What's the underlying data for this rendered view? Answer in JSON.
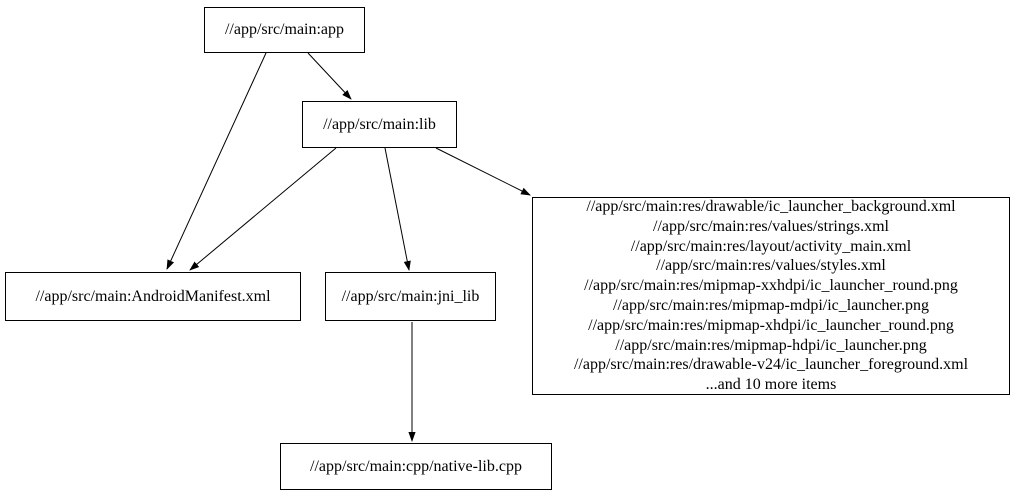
{
  "diagram": {
    "type": "dependency-graph",
    "colors": {
      "background": "#ffffff",
      "node_border": "#000000",
      "node_fill": "#ffffff",
      "edge": "#000000",
      "text": "#000000"
    },
    "nodes": {
      "app": {
        "label": "//app/src/main:app"
      },
      "lib": {
        "label": "//app/src/main:lib"
      },
      "android_manifest": {
        "label": "//app/src/main:AndroidManifest.xml"
      },
      "jni_lib": {
        "label": "//app/src/main:jni_lib"
      },
      "native_lib_cpp": {
        "label": "//app/src/main:cpp/native-lib.cpp"
      },
      "resources": {
        "lines": [
          "//app/src/main:res/drawable/ic_launcher_background.xml",
          "//app/src/main:res/values/strings.xml",
          "//app/src/main:res/layout/activity_main.xml",
          "//app/src/main:res/values/styles.xml",
          "//app/src/main:res/mipmap-xxhdpi/ic_launcher_round.png",
          "//app/src/main:res/mipmap-mdpi/ic_launcher.png",
          "//app/src/main:res/mipmap-xhdpi/ic_launcher_round.png",
          "//app/src/main:res/mipmap-hdpi/ic_launcher.png",
          "//app/src/main:res/drawable-v24/ic_launcher_foreground.xml",
          "...and 10 more items"
        ]
      }
    },
    "edges": [
      {
        "from": "app",
        "to": "android_manifest"
      },
      {
        "from": "app",
        "to": "lib"
      },
      {
        "from": "lib",
        "to": "android_manifest"
      },
      {
        "from": "lib",
        "to": "jni_lib"
      },
      {
        "from": "lib",
        "to": "resources"
      },
      {
        "from": "jni_lib",
        "to": "native_lib_cpp"
      }
    ]
  }
}
